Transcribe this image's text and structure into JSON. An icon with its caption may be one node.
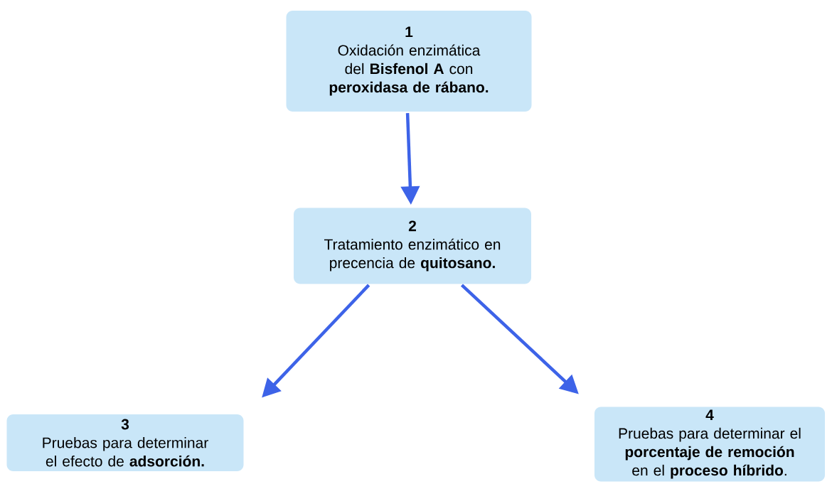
{
  "diagram": {
    "nodes": [
      {
        "text": [
          "1",
          "Oxidación enzimática del **Bisfenol A** con **peroxidasa de rábano.**"
        ]
      },
      {
        "text": [
          "2",
          "Tratamiento enzimático en precencia de **quitosano.**"
        ]
      },
      {
        "text": [
          "3",
          "Pruebas para determinar el efecto de **adsorción.**"
        ]
      },
      {
        "text": [
          "4",
          "Pruebas para determinar el **porcentaje de remoción** en el **proceso híbrido**."
        ]
      }
    ],
    "edges": [
      {
        "from": 0,
        "to": 1,
        "arrow": "to"
      },
      {
        "from": 1,
        "to": 2,
        "arrow": "to"
      },
      {
        "from": 1,
        "to": 3,
        "arrow": "to"
      }
    ]
  }
}
